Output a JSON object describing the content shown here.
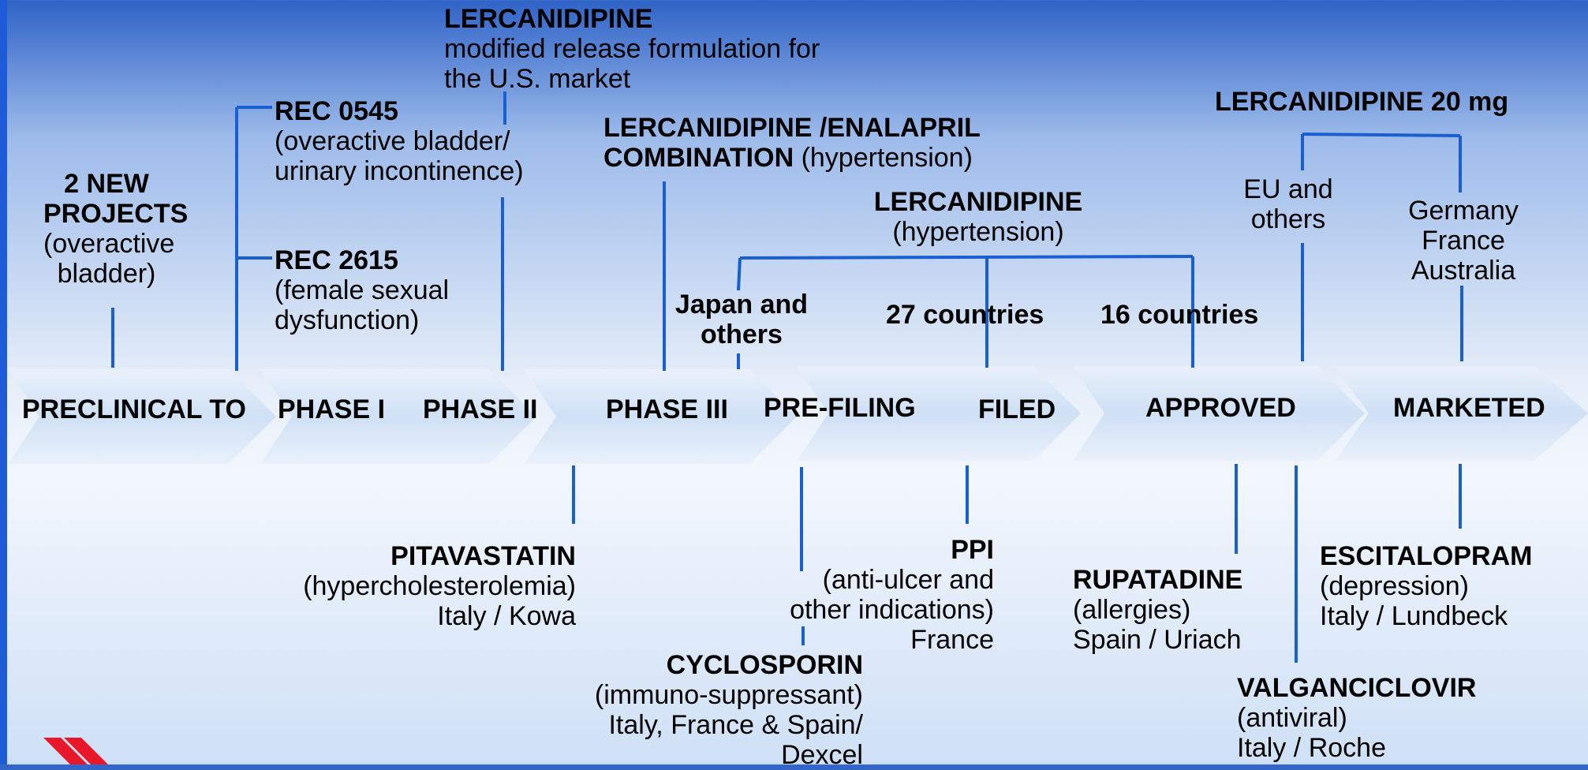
{
  "colors": {
    "connector": "#1a5fd0",
    "arrow_fill": "#d3e3f6",
    "frame": "#1e5bd8"
  },
  "phases": {
    "preclinical": "PRECLINICAL TO",
    "phase1": "PHASE I",
    "phase2": "PHASE II",
    "phase3": "PHASE III",
    "prefiling": "PRE-FILING",
    "filed": "FILED",
    "approved": "APPROVED",
    "marketed": "MARKETED"
  },
  "top": {
    "new_projects": {
      "line1": "2 NEW",
      "line2": "PROJECTS",
      "line3": "(overactive",
      "line4": "bladder)"
    },
    "rec0545": {
      "title": "REC 0545",
      "line1": "(overactive bladder/",
      "line2": "urinary incontinence)"
    },
    "rec2615": {
      "title": "REC 2615",
      "line1": "(female sexual",
      "line2": "dysfunction)"
    },
    "lerc_mr": {
      "title": "LERCANIDIPINE",
      "line1": "modified release formulation for",
      "line2": "the U.S. market"
    },
    "lerc_enal": {
      "title1": "LERCANIDIPINE /ENALAPRIL",
      "title2": "COMBINATION",
      "suffix": " (hypertension)"
    },
    "lerc_hyp": {
      "title": "LERCANIDIPINE",
      "line1": "(hypertension)"
    },
    "japan": {
      "line1": "Japan and",
      "line2": "others"
    },
    "c27": "27 countries",
    "c16": "16 countries",
    "lerc20": "LERCANIDIPINE 20 mg",
    "eu": {
      "line1": "EU and",
      "line2": "others"
    },
    "gfa": {
      "line1": "Germany",
      "line2": "France",
      "line3": "Australia"
    }
  },
  "bottom": {
    "pitavastatin": {
      "title": "PITAVASTATIN",
      "line1": "(hypercholesterolemia)",
      "line2": "Italy / Kowa"
    },
    "ppi": {
      "title": "PPI",
      "line1": "(anti-ulcer and",
      "line2": "other indications)",
      "line3": "France"
    },
    "cyclosporin": {
      "title": "CYCLOSPORIN",
      "line1": "(immuno-suppressant)",
      "line2": "Italy, France & Spain/",
      "line3": "Dexcel"
    },
    "rupatadine": {
      "title": "RUPATADINE",
      "line1": "(allergies)",
      "line2": "Spain / Uriach"
    },
    "escitalopram": {
      "title": "ESCITALOPRAM",
      "line1": "(depression)",
      "line2": "Italy / Lundbeck"
    },
    "valganciclovir": {
      "title": "VALGANCICLOVIR",
      "line1": "(antiviral)",
      "line2": "Italy / Roche"
    }
  }
}
